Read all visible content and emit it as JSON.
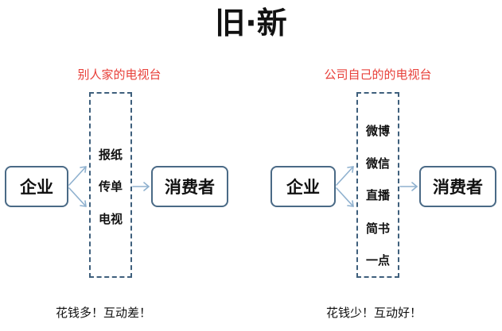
{
  "title": "旧·新",
  "accent_color": "#e8403a",
  "old": {
    "subtitle": "别人家的电视台",
    "source": "企业",
    "channels": [
      "报纸",
      "传单",
      "电视"
    ],
    "target": "消费者",
    "footer": "花钱多！互动差！"
  },
  "new": {
    "subtitle": "公司自己的的电视台",
    "source": "企业",
    "channels": [
      "微博",
      "微信",
      "直播",
      "简书",
      "一点"
    ],
    "target": "消费者",
    "footer": "花钱少！互动好！"
  }
}
